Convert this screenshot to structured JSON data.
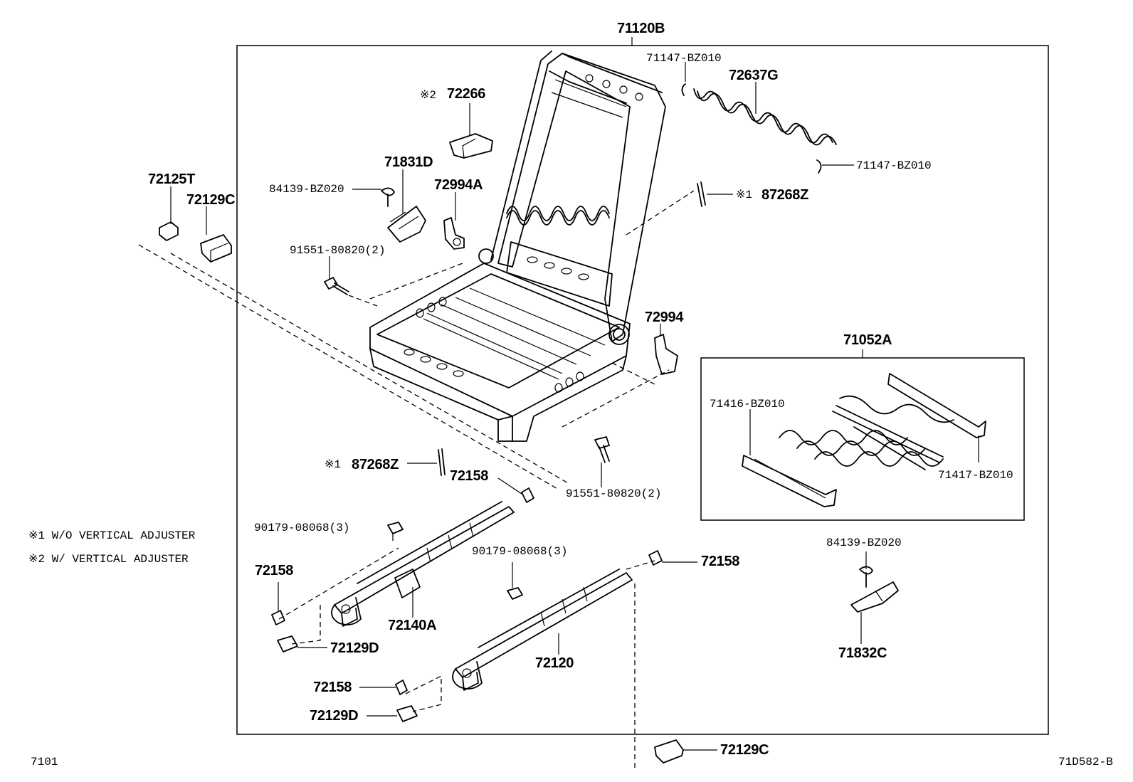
{
  "labels": {
    "main_assembly": "71120B",
    "spring_end_top": "71147-BZ010",
    "spring": "72637G",
    "spring_end_bottom": "71147-BZ010",
    "upper_cover": "72266",
    "upper_cover_mark": "※2",
    "protector_831": "71831D",
    "clip_left": "84139-BZ020",
    "cover_994a": "72994A",
    "wire_mark_top": "※1",
    "wire_top": "87268Z",
    "end_cover_125": "72125T",
    "end_cover_129c_top": "72129C",
    "bolt_top": "91551-80820(2)",
    "cover_994": "72994",
    "subassy": "71052A",
    "subassy_left": "71416-BZ010",
    "subassy_right": "71417-BZ010",
    "wire_mark_bottom": "※1",
    "wire_bottom": "87268Z",
    "stopper_upper": "72158",
    "bolt_bottom": "91551-80820(2)",
    "nut_left": "90179-08068(3)",
    "nut_right": "90179-08068(3)",
    "stopper_right": "72158",
    "clip_right": "84139-BZ020",
    "stopper_left": "72158",
    "rail_140a": "72140A",
    "cover_129d_upper": "72129D",
    "rail_120": "72120",
    "protector_832": "71832C",
    "stopper_lower": "72158",
    "cover_129d_lower": "72129D",
    "cover_129c_bottom": "72129C"
  },
  "notes": {
    "note1": "※1 W/O VERTICAL ADJUSTER",
    "note2": "※2 W/ VERTICAL ADJUSTER"
  },
  "footer": {
    "page_code": "7101",
    "figure_code": "71D582-B"
  }
}
